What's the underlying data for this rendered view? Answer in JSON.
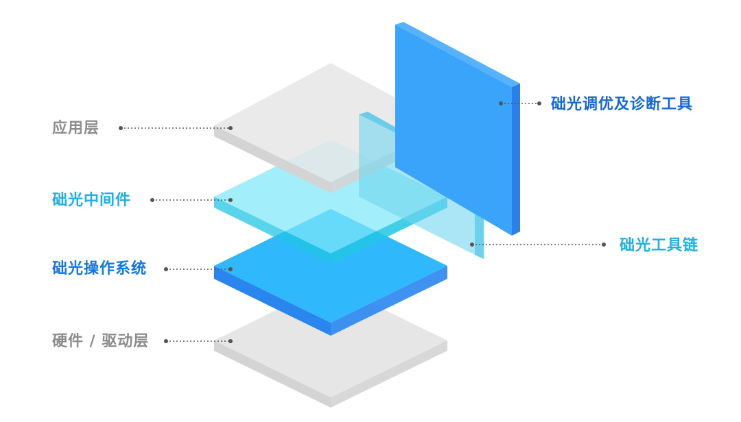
{
  "layers": {
    "application": {
      "label": "应用层",
      "color": "#8c8c8c"
    },
    "middleware": {
      "label": "础光中间件",
      "color": "#1ab2e6"
    },
    "os": {
      "label": "础光操作系统",
      "color": "#1477e0"
    },
    "hardware": {
      "label": "硬件 / 驱动层",
      "color": "#8c8c8c"
    }
  },
  "side_panels": {
    "tuning_tools": {
      "label": "础光调优及诊断工具",
      "color": "#1468d8"
    },
    "toolchain": {
      "label": "础光工具链",
      "color": "#1ab2e6"
    }
  },
  "colors": {
    "gray_plate_top": "#e6e6e6",
    "gray_plate_side": "#d4d4d4",
    "cyan_plate_top": "#7ee8f8",
    "cyan_plate_side": "#22c6e4",
    "blue_plate_top": "#2fb8fb",
    "blue_plate_side": "#2a86ef",
    "tuning_panel_face": "#3aa3fa",
    "tuning_panel_edge": "#2b7fe8",
    "toolchain_panel_face": "#71d6ee",
    "toolchain_panel_edge": "#4ac4e8",
    "leader_line": "#555555"
  }
}
